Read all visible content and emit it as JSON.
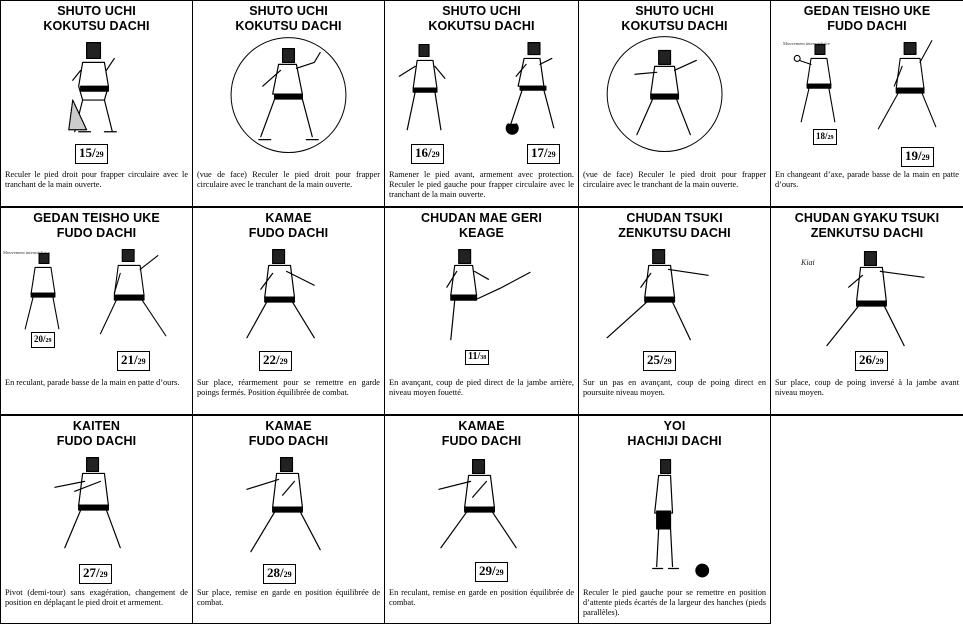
{
  "cards": [
    {
      "title": [
        "SHUTO UCHI",
        "KOKUTSU DACHI"
      ],
      "labels": [
        {
          "num": "15",
          "den": "29"
        }
      ],
      "desc": "Reculer le pied droit pour frapper circulaire avec le tranchant de la main ouverte."
    },
    {
      "title": [
        "SHUTO UCHI",
        "KOKUTSU DACHI"
      ],
      "labels": [],
      "desc": "(vue de face) Reculer le pied droit pour frapper circulaire avec le tranchant de la main ouverte."
    },
    {
      "title": [
        "SHUTO UCHI",
        "KOKUTSU DACHI"
      ],
      "labels": [
        {
          "num": "16",
          "den": "29"
        },
        {
          "num": "17",
          "den": "29"
        }
      ],
      "desc": "Ramener le pied avant, armement avec protection. Reculer le pied gauche pour frapper circulaire avec le tranchant de la main ouverte."
    },
    {
      "title": [
        "SHUTO UCHI",
        "KOKUTSU DACHI"
      ],
      "labels": [],
      "desc": "(vue de face) Reculer le pied droit pour frapper circulaire avec le tranchant de la main ouverte."
    },
    {
      "title": [
        "GEDAN TEISHO UKE",
        "FUDO DACHI"
      ],
      "labels": [
        {
          "num": "18",
          "den": "29"
        },
        {
          "num": "19",
          "den": "29"
        }
      ],
      "tag": "Mouvement intermédiaire",
      "desc": "En changeant d’axe, parade basse de la main en patte d’ours."
    },
    {
      "title": [
        "GEDAN TEISHO UKE",
        "FUDO DACHI"
      ],
      "labels": [
        {
          "num": "20",
          "den": "29"
        },
        {
          "num": "21",
          "den": "29"
        }
      ],
      "tag": "Mouvement intermédiaire",
      "desc": "En reculant, parade basse de la main en patte d’ours."
    },
    {
      "title": [
        "KAMAE",
        "FUDO DACHI"
      ],
      "labels": [
        {
          "num": "22",
          "den": "29"
        }
      ],
      "desc": "Sur place, réarmement pour se remettre en garde poings fermés. Position équilibrée de combat."
    },
    {
      "title": [
        "CHUDAN MAE GERI",
        "KEAGE"
      ],
      "labels": [
        {
          "num": "11",
          "den": "38"
        }
      ],
      "desc": "En avançant, coup de pied direct de la jambe arrière, niveau moyen fouetté."
    },
    {
      "title": [
        "CHUDAN TSUKI",
        "ZENKUTSU DACHI"
      ],
      "labels": [
        {
          "num": "25",
          "den": "29"
        }
      ],
      "desc": "Sur un pas en avançant, coup de poing direct en poursuite niveau moyen."
    },
    {
      "title": [
        "CHUDAN GYAKU TSUKI",
        "ZENKUTSU DACHI"
      ],
      "labels": [
        {
          "num": "26",
          "den": "29"
        }
      ],
      "kiai": "Kiai",
      "desc": "Sur place, coup de poing inversé à la jambe avant niveau moyen."
    },
    {
      "title": [
        "KAITEN",
        "FUDO DACHI"
      ],
      "labels": [
        {
          "num": "27",
          "den": "29"
        }
      ],
      "desc": "Pivot (demi-tour) sans exagération, changement de position en déplaçant le pied droit et armement."
    },
    {
      "title": [
        "KAMAE",
        "FUDO DACHI"
      ],
      "labels": [
        {
          "num": "28",
          "den": "29"
        }
      ],
      "desc": "Sur place, remise en garde en position équilibrée de combat."
    },
    {
      "title": [
        "KAMAE",
        "FUDO DACHI"
      ],
      "labels": [
        {
          "num": "29",
          "den": "29"
        }
      ],
      "desc": "En reculant, remise en garde en position équilibrée de combat."
    },
    {
      "title": [
        "YOI",
        "HACHIJI DACHI"
      ],
      "labels": [],
      "desc": "Reculer le pied gauche pour se remettre en position d’attente pieds écartés de la largeur des hanches (pieds parallèles)."
    }
  ]
}
